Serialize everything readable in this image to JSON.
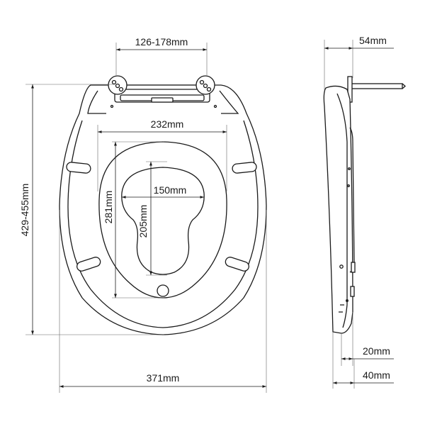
{
  "dimensions": {
    "hinge_spacing": "126-178mm",
    "hinge_depth": "54mm",
    "inner_width": "232mm",
    "length": "429-455mm",
    "inner_length": "281mm",
    "opening_width": "150mm",
    "opening_length": "205mm",
    "outer_width": "371mm",
    "lid_thickness": "20mm",
    "total_thickness": "40mm"
  },
  "colors": {
    "line": "#1a1a1a",
    "background": "#ffffff"
  }
}
